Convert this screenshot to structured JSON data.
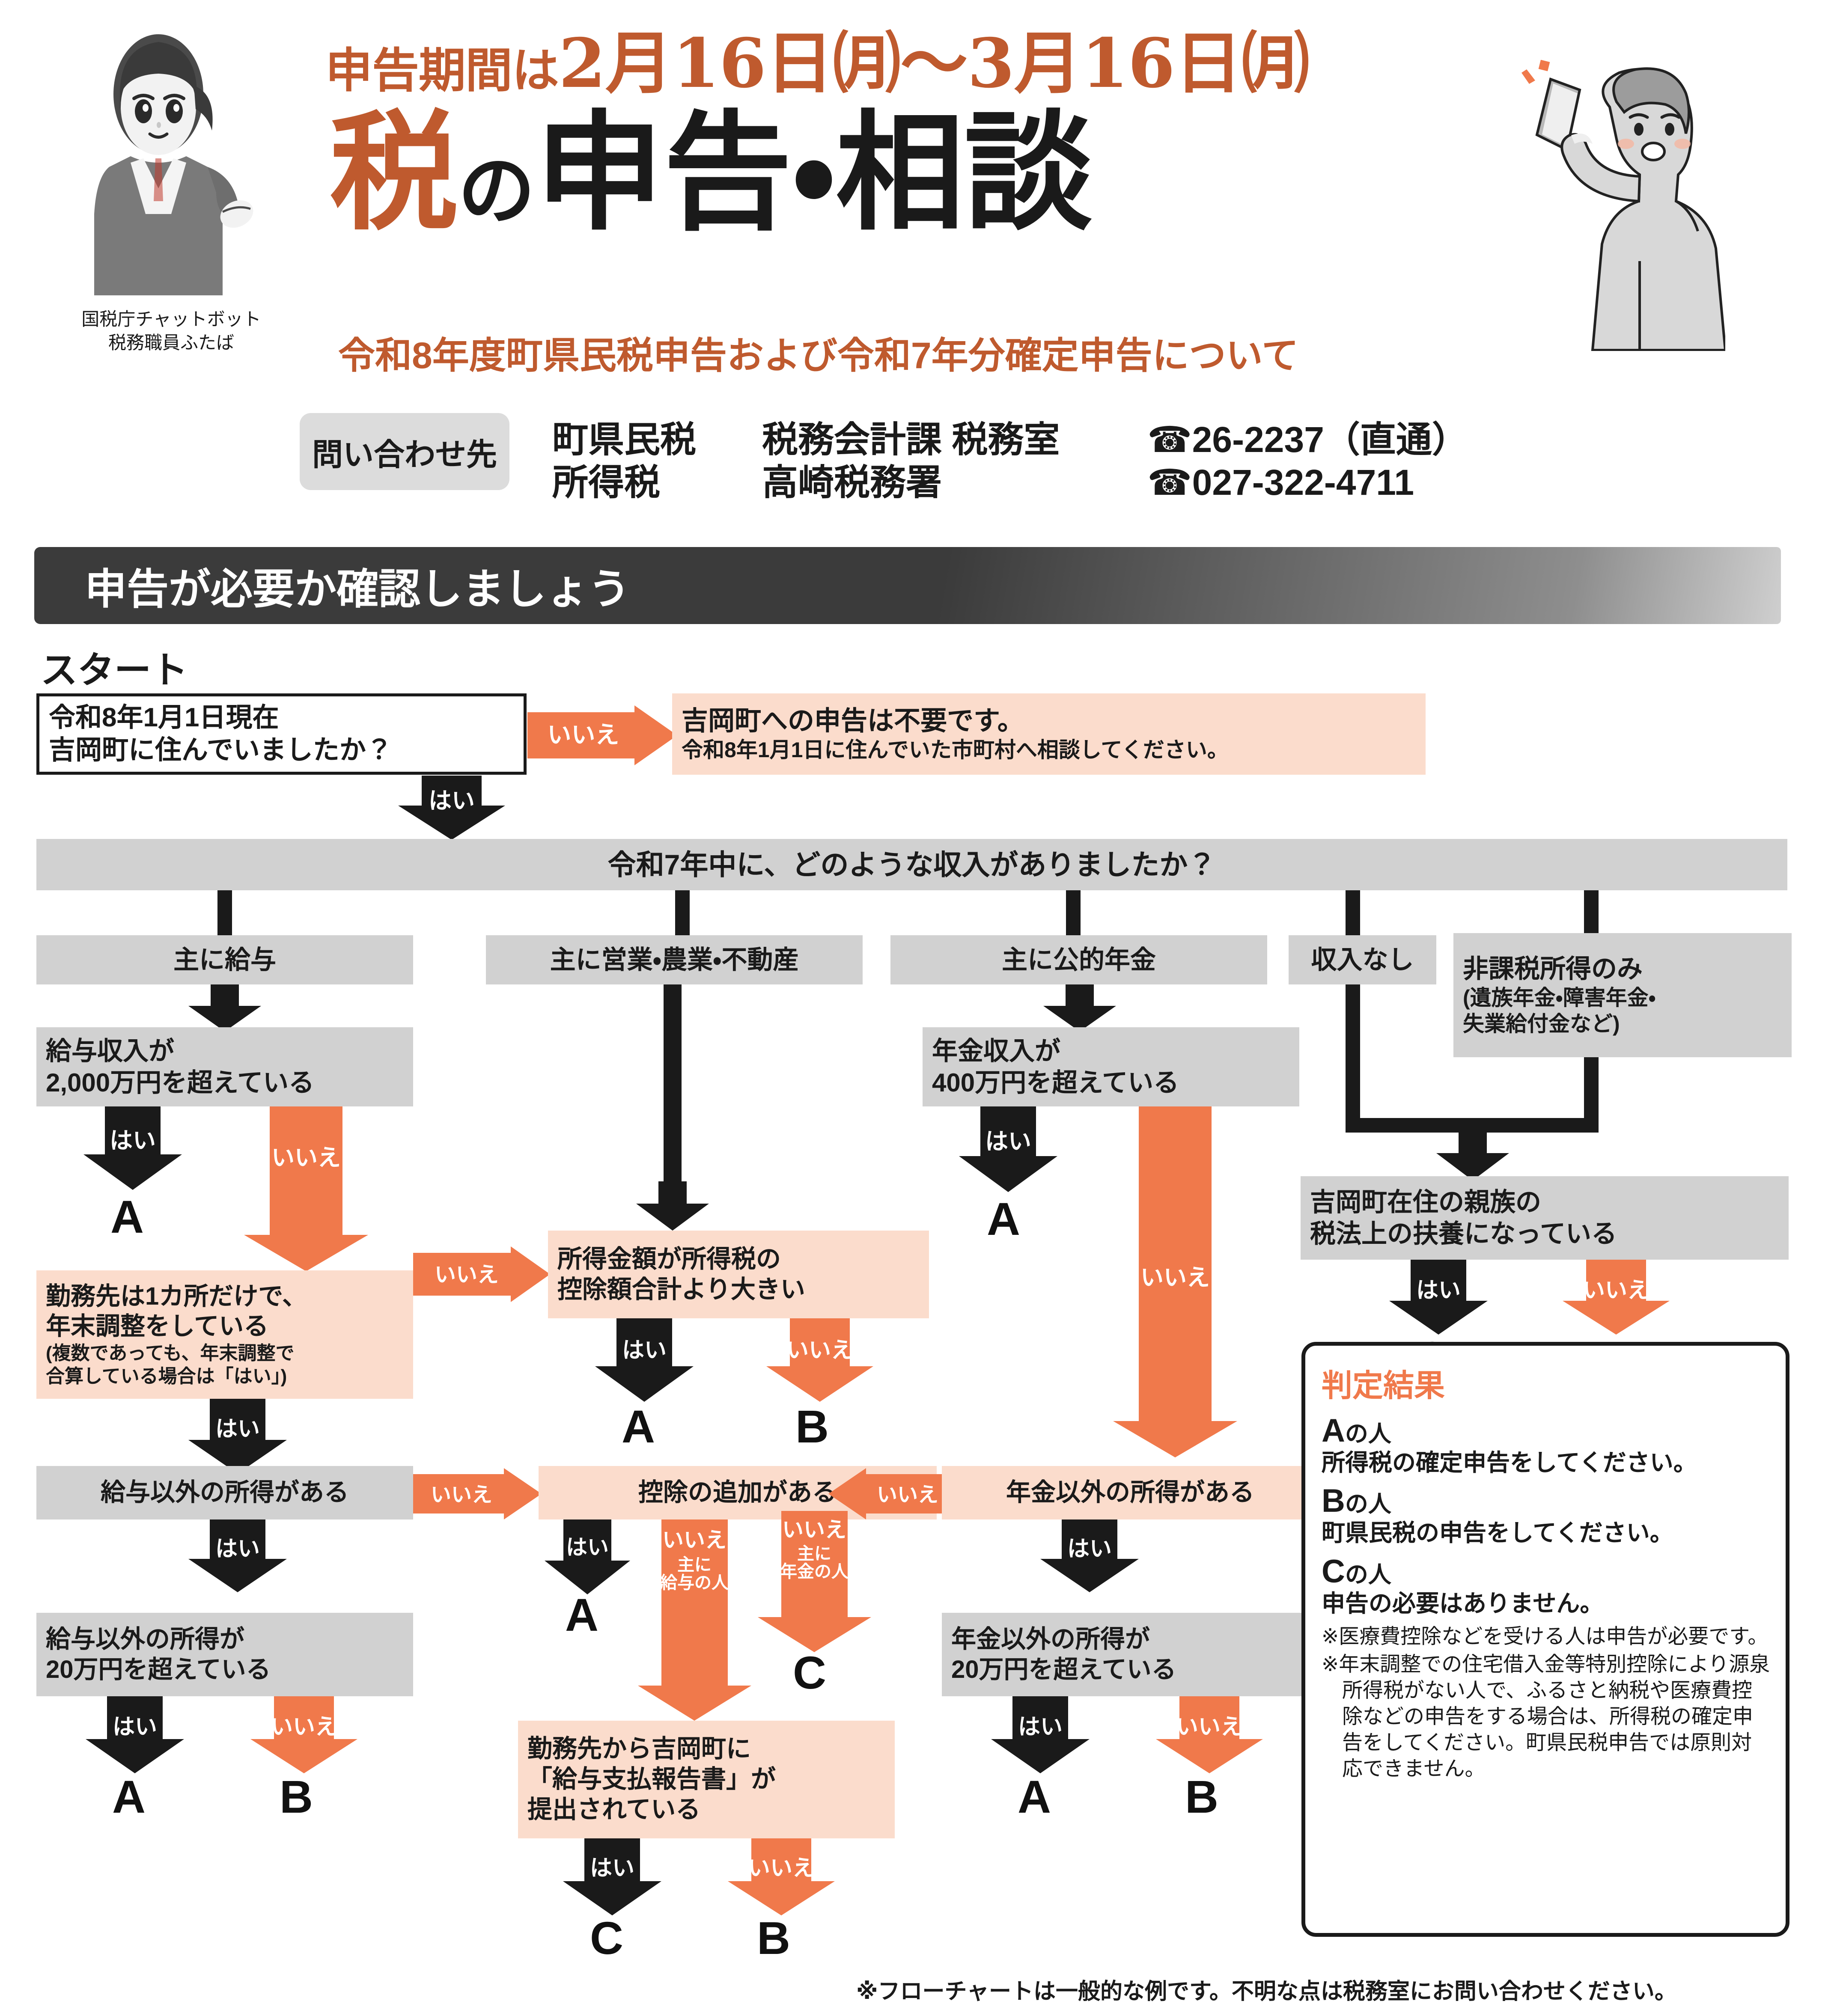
{
  "header": {
    "period_prefix": "申告期間は",
    "period_dates": "2月16日㈪～3月16日㈪",
    "title_part1": "税",
    "title_part2": "の",
    "title_part3": "申告・相談",
    "subtitle": "令和8年度町県民税申告および令和7年分確定申告について",
    "mascot_caption_line1": "国税庁チャットボット",
    "mascot_caption_line2": "税務職員ふたば"
  },
  "contact": {
    "tag": "問い合わせ先",
    "rows": [
      {
        "tax": "町県民税",
        "office": "税務会計課 税務室",
        "phone": "☎26-2237（直通）"
      },
      {
        "tax": "所得税",
        "office": "高崎税務署",
        "phone": "☎027-322-4711"
      }
    ]
  },
  "section": {
    "banner": "申告が必要か確認しましょう",
    "start_label": "スタート"
  },
  "labels": {
    "yes": "はい",
    "no": "いいえ",
    "sub_salary": "主に\n給与の人",
    "sub_salary_l1": "主に",
    "sub_salary_l2": "給与の人",
    "sub_pension_l1": "主に",
    "sub_pension_l2": "年金の人",
    "A": "A",
    "B": "B",
    "C": "C"
  },
  "flow": {
    "q_resident_l1": "令和8年1月1日現在",
    "q_resident_l2": "吉岡町に住んでいましたか？",
    "out_no_filing_title": "吉岡町への申告は不要です。",
    "out_no_filing_body": "令和8年1月1日に住んでいた市町村へ相談してください。",
    "q_income_type": "令和7年中に、どのような収入がありましたか？",
    "cat_salary": "主に給与",
    "cat_business": "主に営業・農業・不動産",
    "cat_pension": "主に公的年金",
    "cat_none": "収入なし",
    "cat_nontax_l1": "非課税所得のみ",
    "cat_nontax_l2": "(遺族年金・障害年金・",
    "cat_nontax_l3": "失業給付金など)",
    "q_salary_2000_l1": "給与収入が",
    "q_salary_2000_l2": "2,000万円を超えている",
    "q_pension_400_l1": "年金収入が",
    "q_pension_400_l2": "400万円を超えている",
    "q_dependent_l1": "吉岡町在住の親族の",
    "q_dependent_l2": "税法上の扶養になっている",
    "q_one_employer_l1": "勤務先は1カ所だけで、",
    "q_one_employer_l2": "年末調整をしている",
    "q_one_employer_note1": "(複数であっても、年末調整で",
    "q_one_employer_note2": "合算している場合は「はい」)",
    "q_income_gt_deduction_l1": "所得金額が所得税の",
    "q_income_gt_deduction_l2": "控除額合計より大きい",
    "q_other_salary_income": "給与以外の所得がある",
    "q_more_deduction": "控除の追加がある",
    "q_other_pension_income": "年金以外の所得がある",
    "q_other_salary_200k_l1": "給与以外の所得が",
    "q_other_salary_200k_l2": "20万円を超えている",
    "q_other_pension_200k_l1": "年金以外の所得が",
    "q_other_pension_200k_l2": "20万円を超えている",
    "q_report_submitted_l1": "勤務先から吉岡町に",
    "q_report_submitted_l2": "「給与支払報告書」が",
    "q_report_submitted_l3": "提出されている"
  },
  "results": {
    "title": "判定結果",
    "items": [
      {
        "letter": "A",
        "suffix": "の人",
        "body": "所得税の確定申告をしてください。"
      },
      {
        "letter": "B",
        "suffix": "の人",
        "body": "町県民税の申告をしてください。"
      },
      {
        "letter": "C",
        "suffix": "の人",
        "body": "申告の必要はありません。"
      }
    ],
    "note1": "※医療費控除などを受ける人は申告が必要です。",
    "note2": "※年末調整での住宅借入金等特別控除により源泉所得税がない人で、ふるさと納税や医療費控除などの申告をする場合は、所得税の確定申告をしてください。町県民税申告では原則対応できません。"
  },
  "footer": {
    "note": "※フローチャートは一般的な例です。不明な点は税務室にお問い合わせください。"
  },
  "colors": {
    "orange": "#F0794B",
    "brand_brown": "#BF5A2E",
    "pink": "#FBDCCC",
    "gray": "#D1D1D1",
    "dark": "#1a1a1a"
  }
}
